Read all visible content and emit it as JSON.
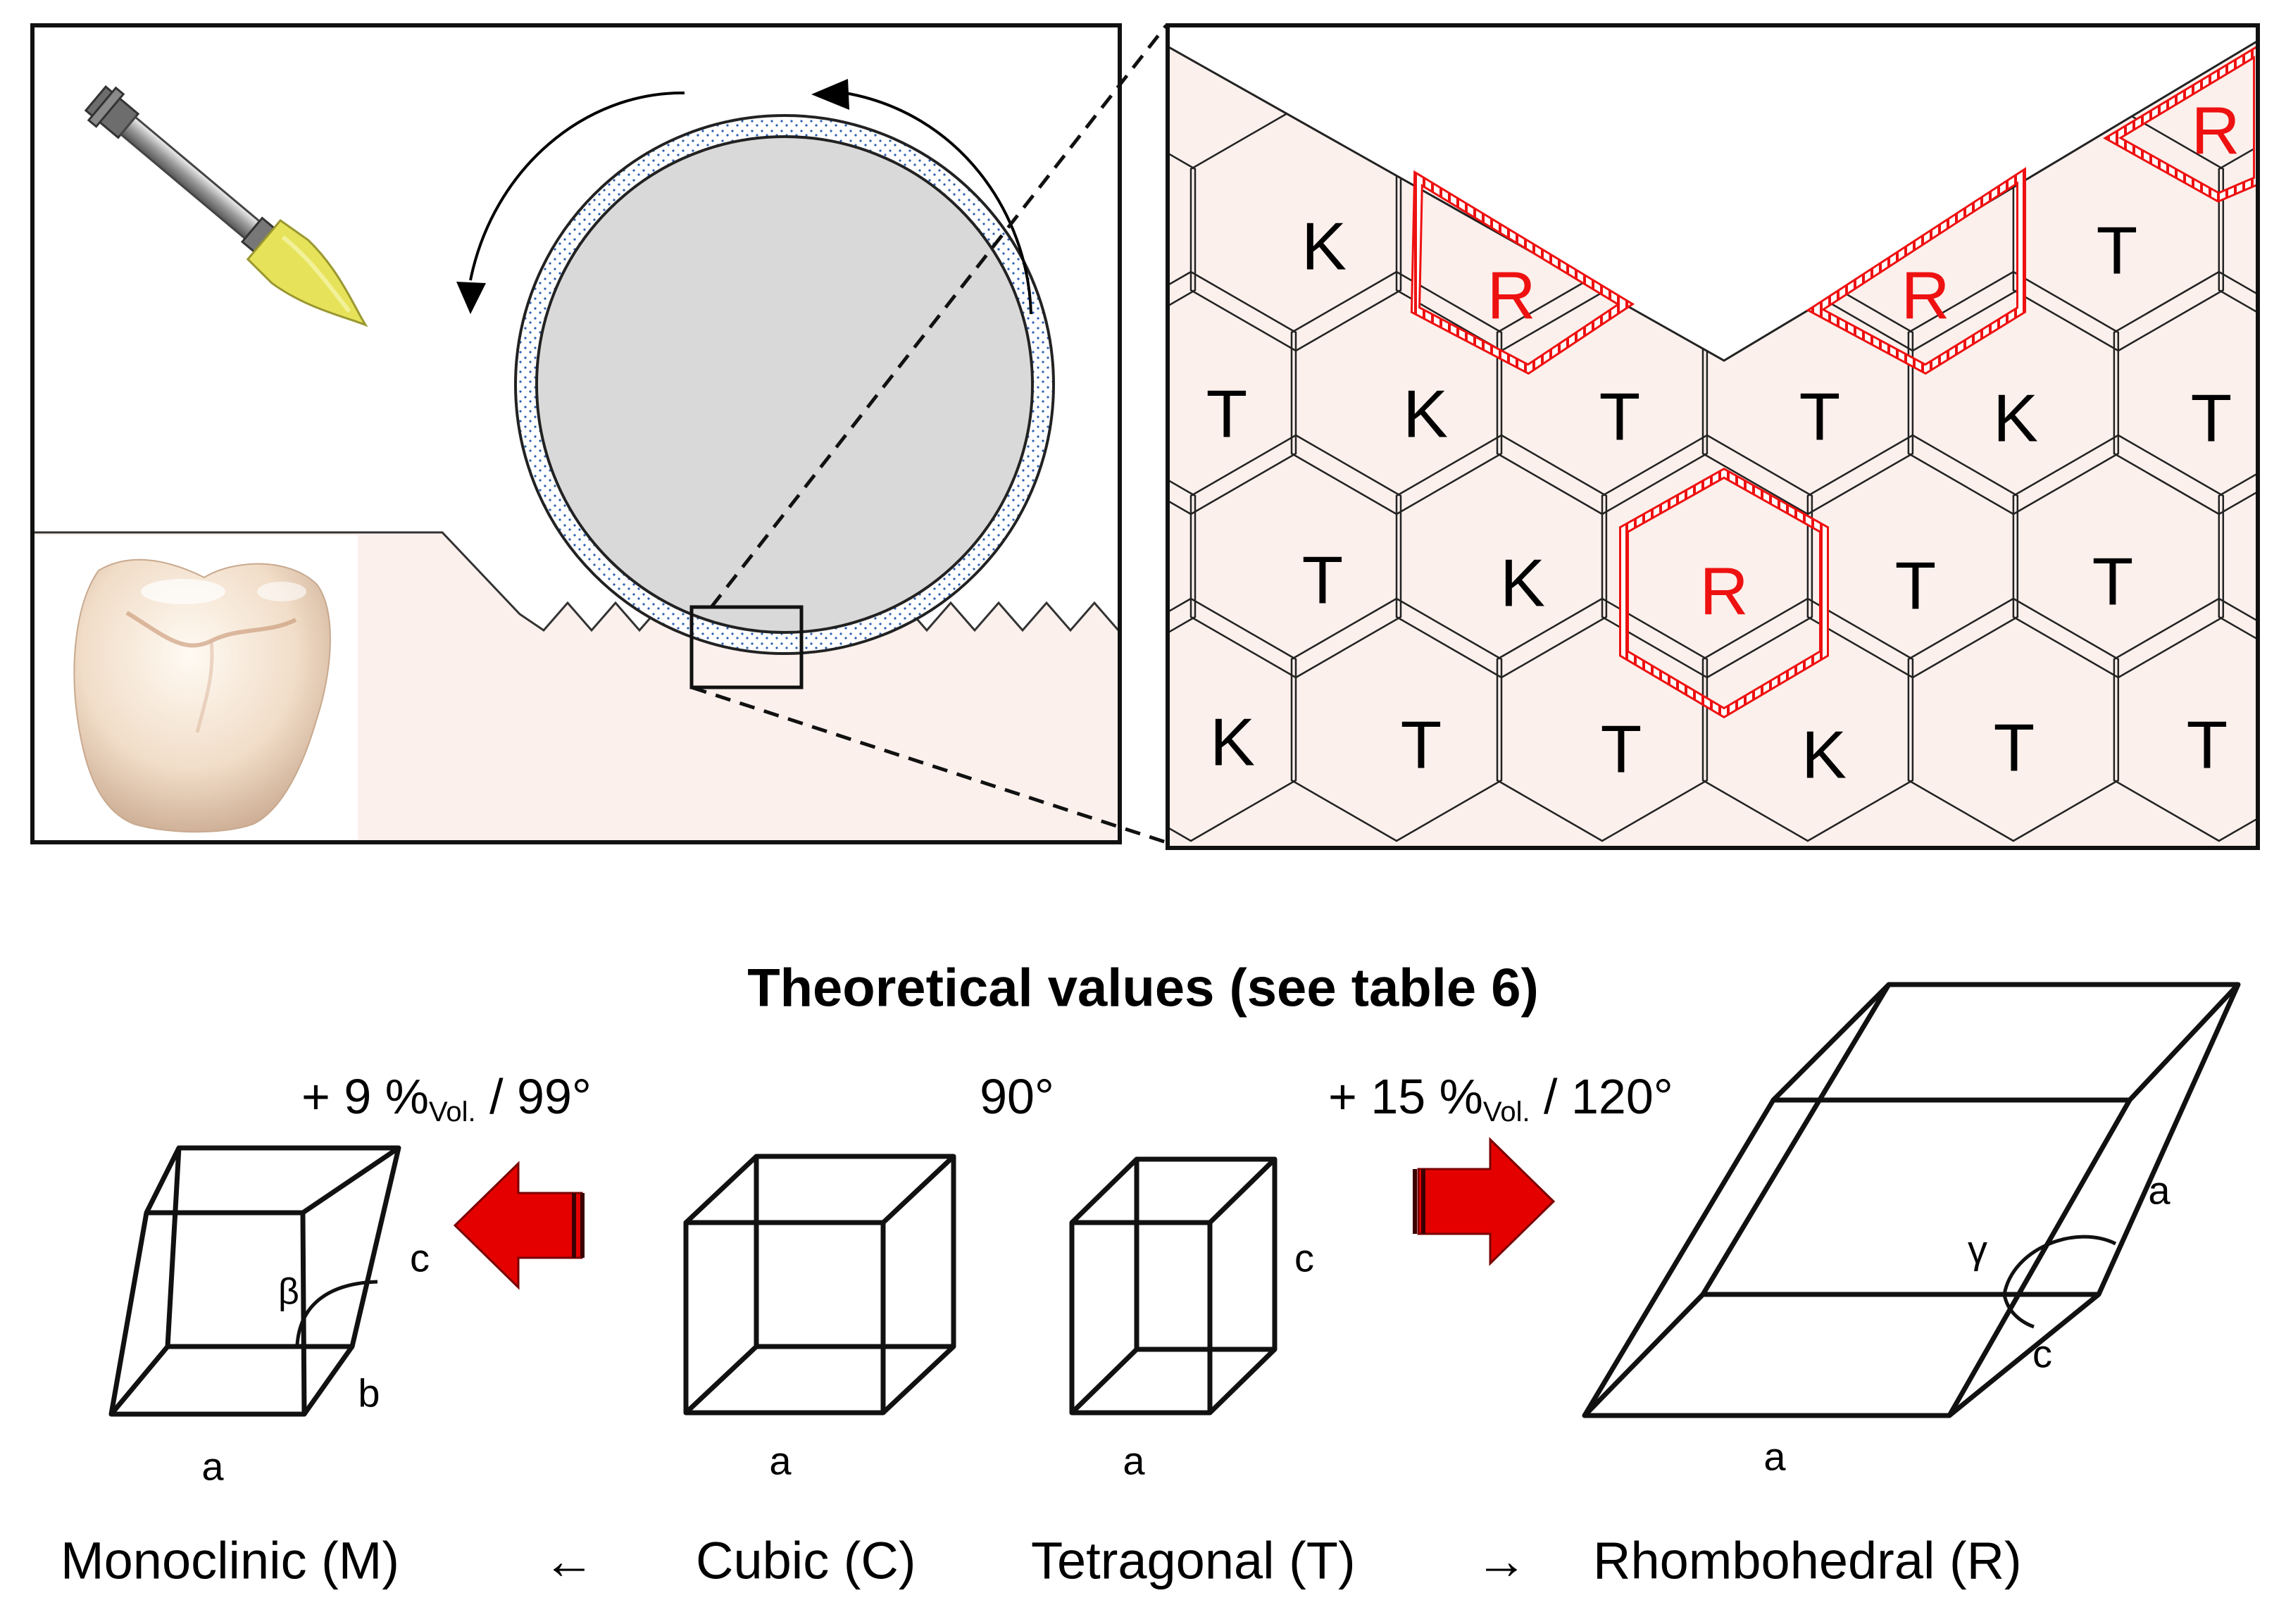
{
  "figure": {
    "title": "Theoretical values (see table 6)",
    "grain_labels": {
      "tetragonal": "T",
      "cubic": "K",
      "rhombohedral": "R"
    },
    "transitions": {
      "to_monoclinic": {
        "prefix": "+ 9 %",
        "subscript": "Vol.",
        "suffix": " / 99°"
      },
      "cubic_angle": "90°",
      "to_rhombohedral": {
        "prefix": "+ 15 %",
        "subscript": "Vol.",
        "suffix": " / 120°"
      }
    },
    "monoclinic": {
      "edge_a": "a",
      "edge_b": "b",
      "edge_c": "c",
      "angle": "β",
      "name": "Monoclinic (M)"
    },
    "cubic": {
      "edge_a": "a",
      "name": "Cubic (C)"
    },
    "tetragonal": {
      "edge_a": "a",
      "edge_c": "c",
      "name": "Tetragonal (T)"
    },
    "rhombohedral": {
      "edge_a_bottom": "a",
      "edge_a_side": "a",
      "edge_c": "c",
      "angle": "γ",
      "name": "Rhombohedral (R)"
    },
    "arrows": {
      "left": "←",
      "right": "→"
    },
    "colors": {
      "enamel": "#fbf0ec",
      "wheel": "#d9d9d9",
      "bur": "#e6e35a",
      "rhombohedral_outline": "#ee1111",
      "red_arrow": "#e50000"
    },
    "icons": {
      "polishing_bur": "polishing-bur-icon",
      "crown_photo": "dental-crown-icon"
    }
  }
}
